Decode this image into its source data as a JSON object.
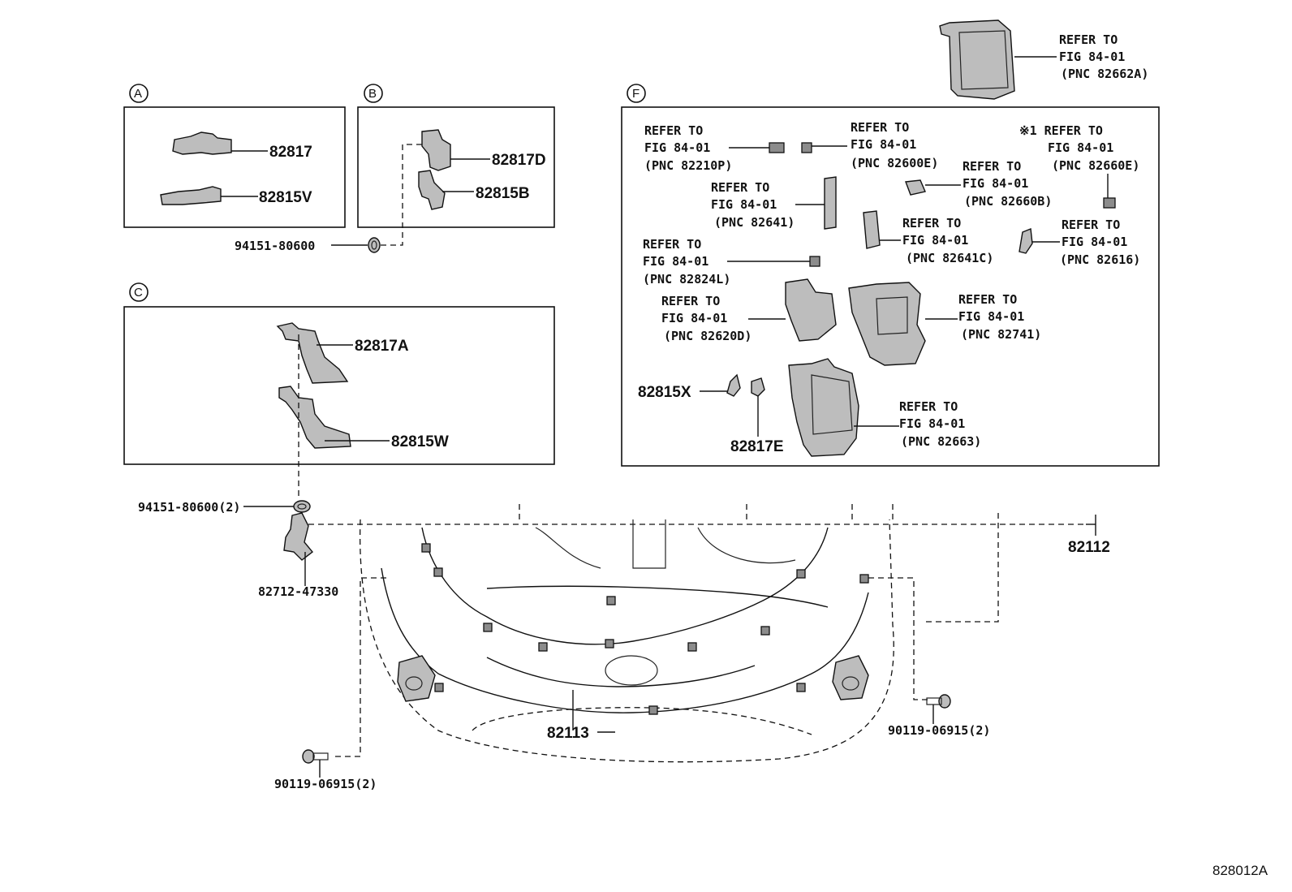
{
  "diagram": {
    "figure_code": "828012A",
    "sections": [
      {
        "id": "A",
        "parts": [
          "82817",
          "82815V"
        ]
      },
      {
        "id": "B",
        "parts": [
          "82817D",
          "82815B"
        ]
      },
      {
        "id": "C",
        "parts": [
          "82817A",
          "82815W"
        ]
      },
      {
        "id": "F",
        "parts": [
          "82815X",
          "82817E"
        ]
      }
    ],
    "top_ref": {
      "line1": "REFER TO",
      "line2": "FIG 84-01",
      "line3": "(PNC 82662A)"
    },
    "f_refs": [
      {
        "id": "r1",
        "line1": "REFER TO",
        "line2": "FIG 84-01",
        "line3": "(PNC 82210P)"
      },
      {
        "id": "r2",
        "line1": "REFER TO",
        "line2": "FIG 84-01",
        "line3": "(PNC 82600E)"
      },
      {
        "id": "r3",
        "line1": "※1 REFER TO",
        "line2": "FIG 84-01",
        "line3": "(PNC 82660E)"
      },
      {
        "id": "r4",
        "line1": "REFER TO",
        "line2": "FIG 84-01",
        "line3": "(PNC 82641)"
      },
      {
        "id": "r5",
        "line1": "REFER TO",
        "line2": "FIG 84-01",
        "line3": "(PNC 82660B)"
      },
      {
        "id": "r6",
        "line1": "REFER TO",
        "line2": "FIG 84-01",
        "line3": "(PNC 82641C)"
      },
      {
        "id": "r7",
        "line1": "REFER TO",
        "line2": "FIG 84-01",
        "line3": "(PNC 82616)"
      },
      {
        "id": "r8",
        "line1": "REFER TO",
        "line2": "FIG 84-01",
        "line3": "(PNC 82824L)"
      },
      {
        "id": "r9",
        "line1": "REFER TO",
        "line2": "FIG 84-01",
        "line3": "(PNC 82620D)"
      },
      {
        "id": "r10",
        "line1": "REFER TO",
        "line2": "FIG 84-01",
        "line3": "(PNC 82741)"
      },
      {
        "id": "r11",
        "line1": "REFER TO",
        "line2": "FIG 84-01",
        "line3": "(PNC 82663)"
      }
    ],
    "fasteners": {
      "clip_b": "94151-80600",
      "clip_c": "94151-80600(2)",
      "bracket": "82712-47330",
      "bolt_left": "90119-06915(2)",
      "bolt_right": "90119-06915(2)"
    },
    "harness": {
      "main": "82112",
      "bumper": "82113"
    }
  }
}
